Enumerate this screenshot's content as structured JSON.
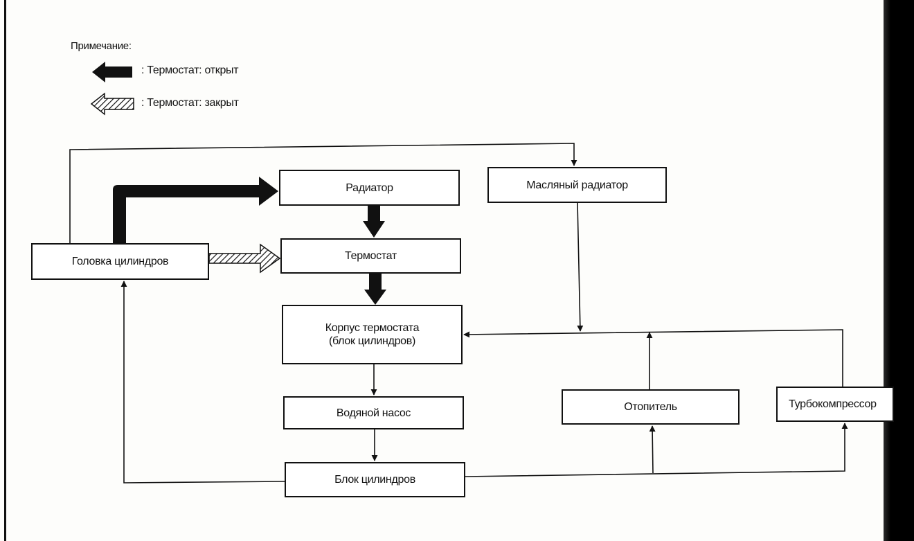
{
  "legend": {
    "title": "Примечание:",
    "open_label": ":  Термостат: открыт",
    "closed_label": ":  Термостат: закрыт"
  },
  "nodes": {
    "cylinder_head": "Головка цилиндров",
    "radiator": "Радиатор",
    "thermostat": "Термостат",
    "oil_cooler": "Масляный радиатор",
    "thermostat_housing": "Корпус термостата\n(блок цилиндров)",
    "water_pump": "Водяной насос",
    "cylinder_block": "Блок цилиндров",
    "heater": "Отопитель",
    "turbocharger": "Турбокомпрессор"
  },
  "colors": {
    "ink": "#111111",
    "paper": "#fdfdfb"
  }
}
